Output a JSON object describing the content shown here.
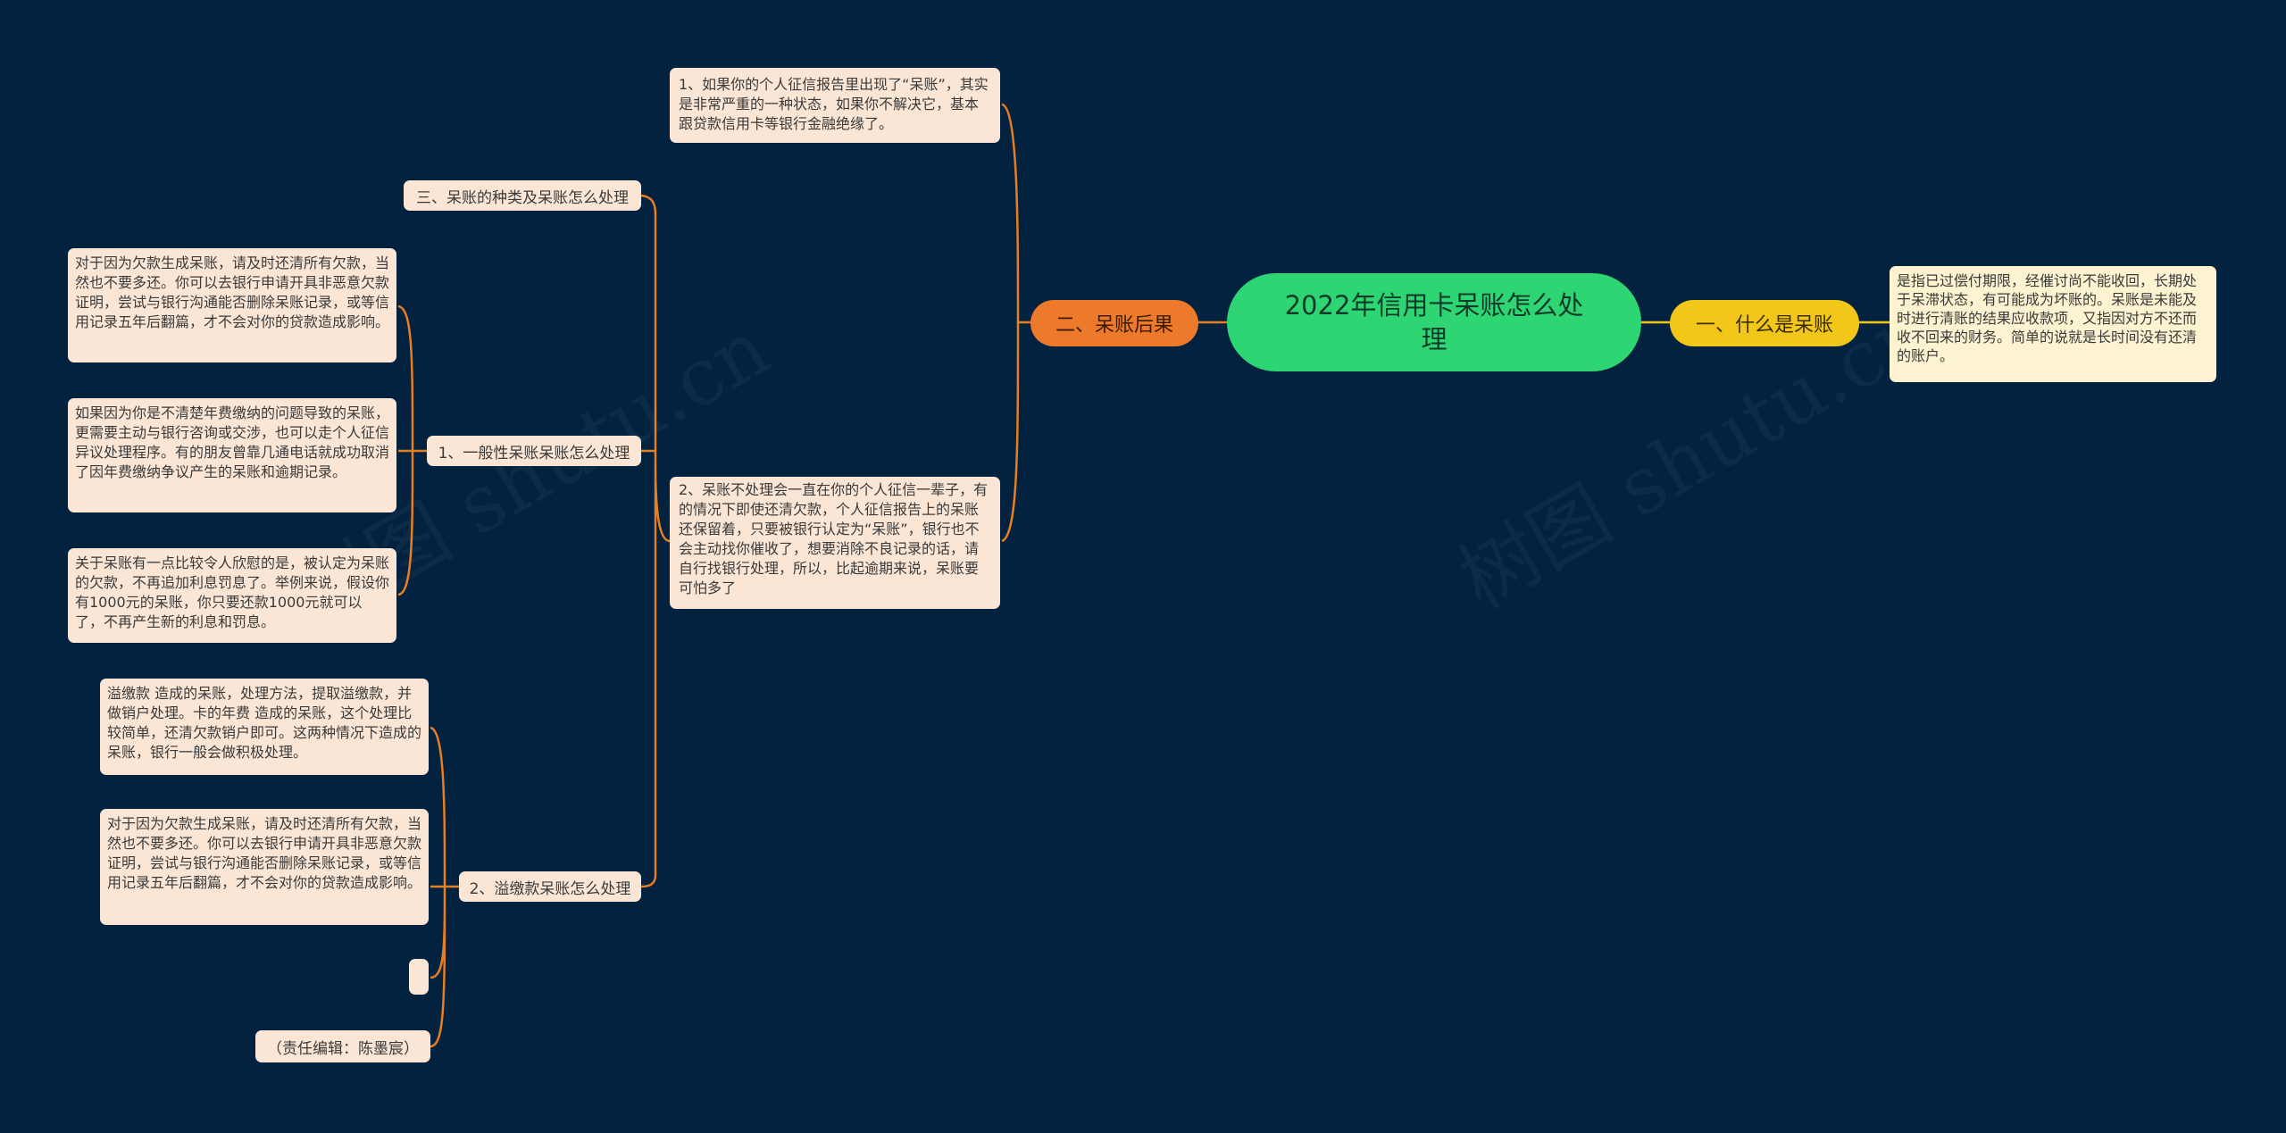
{
  "root": {
    "label": "2022年信用卡呆账怎么处理"
  },
  "branches": {
    "right": {
      "label": "一、什么是呆账"
    },
    "left": {
      "label": "二、呆账后果"
    }
  },
  "leaves": {
    "what_is": "是指已过偿付期限，经催讨尚不能收回，长期处于呆滞状态，有可能成为坏账的。呆账是未能及时进行清账的结果应收款项，又指因对方不还而收不回来的财务。简单的说就是长时间没有还清的账户。",
    "consequence_1": "1、如果你的个人征信报告里出现了“呆账”，其实是非常严重的一种状态，如果你不解决它，基本跟贷款信用卡等银行金融绝缘了。",
    "consequence_2": "2、呆账不处理会一直在你的个人征信一辈子，有的情况下即使还清欠款，个人征信报告上的呆账还保留着，只要被银行认定为“呆账”，银行也不会主动找你催收了，想要消除不良记录的话，请自行找银行处理，所以，比起逾期来说，呆账要可怕多了"
  },
  "subtopics": {
    "types": "三、呆账的种类及呆账怎么处理",
    "general": "1、一般性呆账呆账怎么处理",
    "overdue_fee": "2、溢缴款呆账怎么处理"
  },
  "general_leaves": [
    "对于因为欠款生成呆账，请及时还清所有欠款，当然也不要多还。你可以去银行申请开具非恶意欠款证明，尝试与银行沟通能否删除呆账记录，或等信用记录五年后翻篇，才不会对你的贷款造成影响。",
    "如果因为你是不清楚年费缴纳的问题导致的呆账，更需要主动与银行咨询或交涉，也可以走个人征信异议处理程序。有的朋友曾靠几通电话就成功取消了因年费缴纳争议产生的呆账和逾期记录。",
    "关于呆账有一点比较令人欣慰的是，被认定为呆账的欠款，不再追加利息罚息了。举例来说，假设你有1000元的呆账，你只要还款1000元就可以了，不再产生新的利息和罚息。"
  ],
  "overdue_leaves": [
    "溢缴款 造成的呆账，处理方法，提取溢缴款，并做销户处理。卡的年费 造成的呆账，这个处理比较简单，还清欠款销户即可。这两种情况下造成的呆账，银行一般会做积极处理。",
    "对于因为欠款生成呆账，请及时还清所有欠款，当然也不要多还。你可以去银行申请开具非恶意欠款证明，尝试与银行沟通能否删除呆账记录，或等信用记录五年后翻篇，才不会对你的贷款造成影响。",
    "",
    "（责任编辑：陈墨宸）"
  ],
  "watermarks": [
    "树图 shutu.cn",
    "树图 shutu.cn",
    "树图 shutu.cn"
  ],
  "colors": {
    "background": "#022240",
    "root": "#2ed573",
    "branch_orange": "#ec7a2a",
    "branch_yellow": "#f2c71a",
    "leaf": "#fbe6d6",
    "leaf_yellow": "#fdf3d0",
    "link_orange": "#e67e22",
    "link_yellow": "#f2c71a"
  }
}
